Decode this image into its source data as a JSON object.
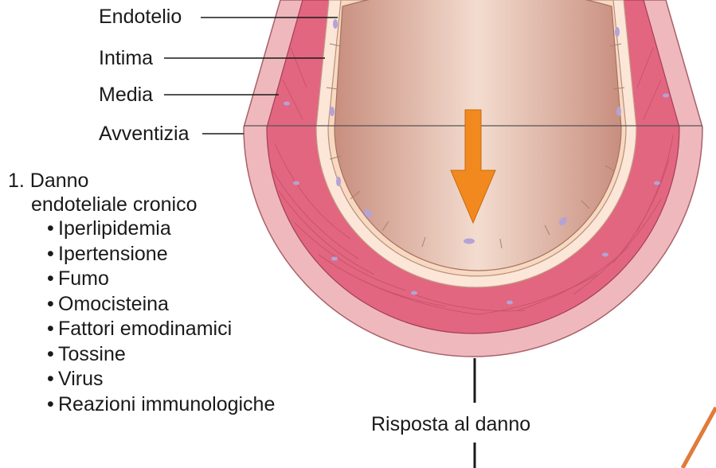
{
  "labels": {
    "endotelio": "Endotelio",
    "intima": "Intima",
    "media": "Media",
    "avventizia": "Avventizia"
  },
  "damage": {
    "heading_line1": "1. Danno",
    "heading_line2": "endoteliale cronico",
    "bullet": "•",
    "factors": [
      "Iperlipidemia",
      "Ipertensione",
      "Fumo",
      "Omocisteina",
      "Fattori emodinamici",
      "Tossine",
      "Virus",
      "Reazioni immunologiche"
    ]
  },
  "response_label": "Risposta al danno",
  "colors": {
    "adventitia": "#efb8bc",
    "media": "#e2667f",
    "intima": "#fbe6d8",
    "endothelium": "#f7d9c1",
    "lumen": "#d8a894",
    "arrow": "#f2891f",
    "cell_nucleus": "#b3a3d6",
    "corner_stroke": "#e07b39"
  }
}
